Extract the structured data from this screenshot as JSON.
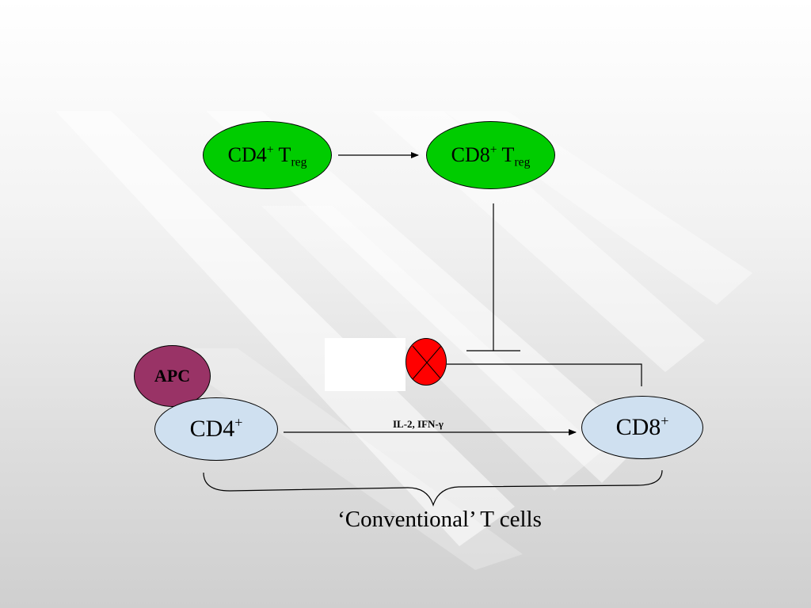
{
  "nodes": {
    "cd4_treg": {
      "main": "CD4",
      "sup": "+",
      "sep": " T",
      "sub": "reg",
      "color": "#00cc00"
    },
    "cd8_treg": {
      "main": "CD8",
      "sup": "+",
      "sep": " T",
      "sub": "reg",
      "color": "#00cc00"
    },
    "apc": {
      "label": "APC",
      "color": "#993366"
    },
    "cd4": {
      "main": "CD4",
      "sup": "+",
      "color": "#cfe0f0"
    },
    "cd8": {
      "main": "CD8",
      "sup": "+",
      "color": "#cfe0f0"
    }
  },
  "edges": [
    {
      "from": "cd4_treg",
      "to": "cd8_treg",
      "type": "activation"
    },
    {
      "from": "cd8_treg",
      "to": "cd4_to_cd8_signal",
      "type": "inhibition"
    },
    {
      "from": "cd4",
      "to": "cd8",
      "type": "activation",
      "label": "IL-2, IFN-γ"
    }
  ],
  "block_marker": {
    "color": "#ff0000",
    "icon": "blocked-x-icon"
  },
  "brace": {
    "label": "‘Conventional’ T cells"
  }
}
